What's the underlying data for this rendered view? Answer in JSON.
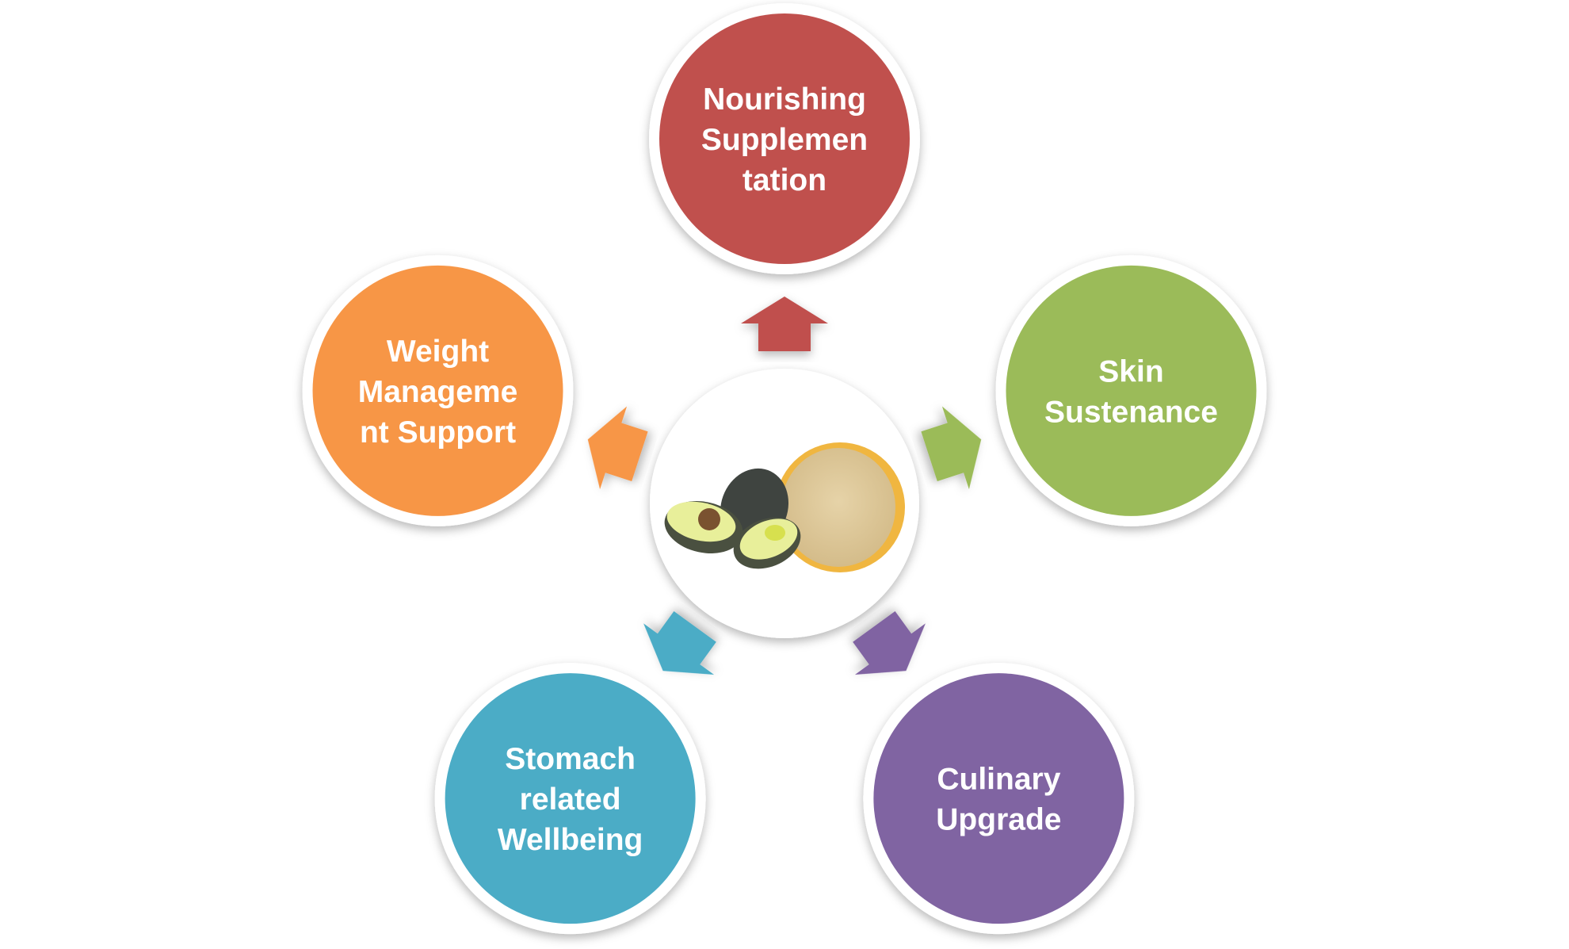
{
  "center": {
    "image": "avocado-and-avocado-powder-bowl"
  },
  "nodes": [
    {
      "lines": [
        "Nourishing",
        "Supplemen",
        "tation"
      ],
      "color": "#C0504D",
      "angle": 0
    },
    {
      "lines": [
        "Skin",
        "Sustenance"
      ],
      "color": "#9BBB59",
      "angle": 72
    },
    {
      "lines": [
        "Culinary",
        "Upgrade"
      ],
      "color": "#8064A2",
      "angle": 144
    },
    {
      "lines": [
        "Stomach",
        "related",
        "Wellbeing"
      ],
      "color": "#4BACC6",
      "angle": 216
    },
    {
      "lines": [
        "Weight",
        "Manageme",
        "nt Support"
      ],
      "color": "#F79646",
      "angle": 288
    }
  ]
}
